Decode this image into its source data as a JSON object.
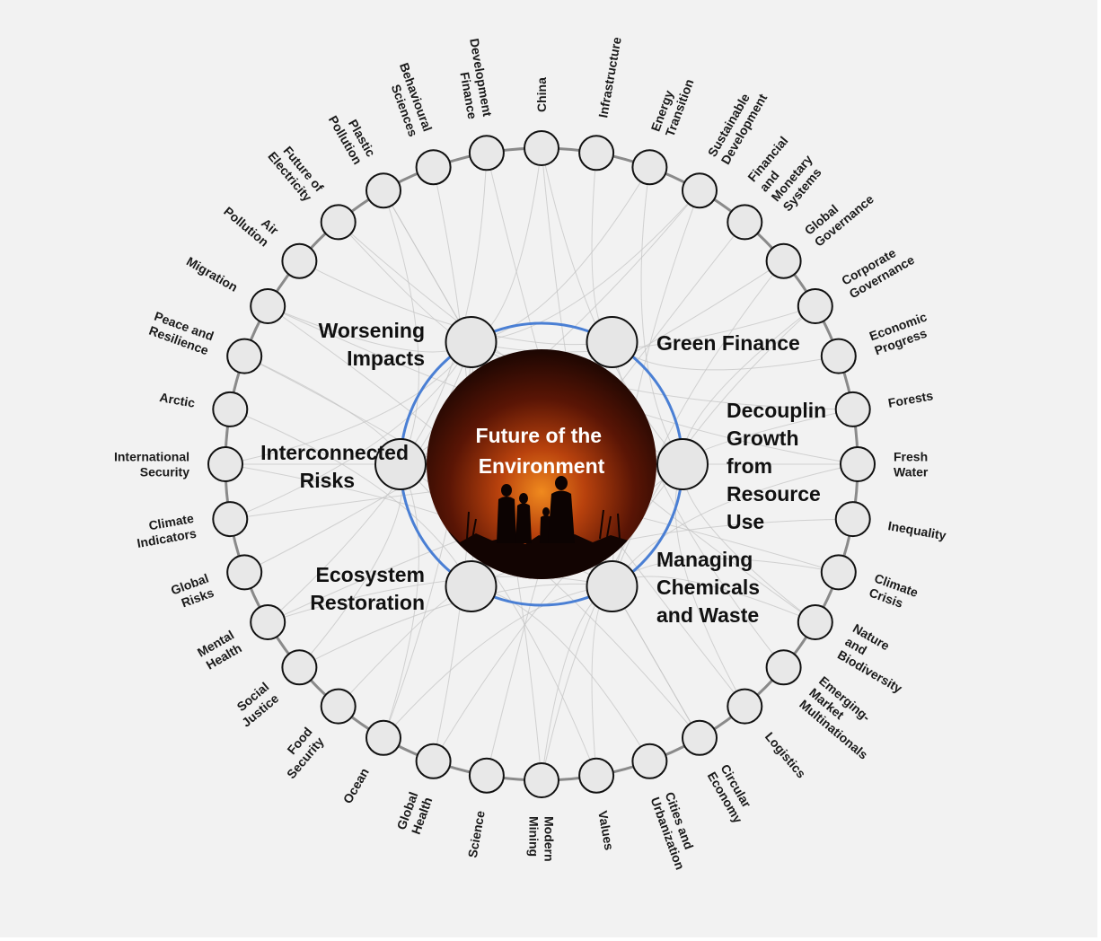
{
  "center": {
    "title_lines": [
      "Future of the",
      "Environment"
    ]
  },
  "key_issues": [
    {
      "id": "worsening",
      "lines": [
        "Worsening",
        "Impacts"
      ]
    },
    {
      "id": "green",
      "lines": [
        "Green Finance"
      ]
    },
    {
      "id": "decoupling",
      "lines": [
        "Decouplin",
        "Growth",
        "from",
        "Resource",
        "Use"
      ]
    },
    {
      "id": "managing",
      "lines": [
        "Managing",
        "Chemicals",
        "and Waste"
      ]
    },
    {
      "id": "ecosystem",
      "lines": [
        "Ecosystem",
        "Restoration"
      ]
    },
    {
      "id": "interconnected",
      "lines": [
        "Interconnected",
        "Risks"
      ]
    }
  ],
  "topics": [
    {
      "lines": [
        "China"
      ]
    },
    {
      "lines": [
        "Infrastructure"
      ]
    },
    {
      "lines": [
        "Energy",
        "Transition"
      ]
    },
    {
      "lines": [
        "Sustainable",
        "Development"
      ]
    },
    {
      "lines": [
        "Financial",
        "and",
        "Monetary",
        "Systems"
      ]
    },
    {
      "lines": [
        "Global",
        "Governance"
      ]
    },
    {
      "lines": [
        "Corporate",
        "Governance"
      ]
    },
    {
      "lines": [
        "Economic",
        "Progress"
      ]
    },
    {
      "lines": [
        "Forests"
      ]
    },
    {
      "lines": [
        "Fresh",
        "Water"
      ]
    },
    {
      "lines": [
        "Inequality"
      ]
    },
    {
      "lines": [
        "Climate",
        "Crisis"
      ]
    },
    {
      "lines": [
        "Nature",
        "and",
        "Biodiversity"
      ]
    },
    {
      "lines": [
        "Emerging-",
        "Market",
        "Multinationals"
      ]
    },
    {
      "lines": [
        "Logistics"
      ]
    },
    {
      "lines": [
        "Circular",
        "Economy"
      ]
    },
    {
      "lines": [
        "Cities and",
        "Urbanization"
      ]
    },
    {
      "lines": [
        "Values"
      ]
    },
    {
      "lines": [
        "Modern",
        "Mining"
      ]
    },
    {
      "lines": [
        "Science"
      ]
    },
    {
      "lines": [
        "Global",
        "Health"
      ]
    },
    {
      "lines": [
        "Ocean"
      ]
    },
    {
      "lines": [
        "Food",
        "Security"
      ]
    },
    {
      "lines": [
        "Social",
        "Justice"
      ]
    },
    {
      "lines": [
        "Mental",
        "Health"
      ]
    },
    {
      "lines": [
        "Global",
        "Risks"
      ]
    },
    {
      "lines": [
        "Climate",
        "Indicators"
      ]
    },
    {
      "lines": [
        "International",
        "Security"
      ]
    },
    {
      "lines": [
        "Arctic"
      ]
    },
    {
      "lines": [
        "Peace and",
        "Resilience"
      ]
    },
    {
      "lines": [
        "Migration"
      ]
    },
    {
      "lines": [
        "Air",
        "Pollution"
      ]
    },
    {
      "lines": [
        "Future of",
        "Electricity"
      ]
    },
    {
      "lines": [
        "Plastic",
        "Pollution"
      ]
    },
    {
      "lines": [
        "Behavioural",
        "Sciences"
      ]
    },
    {
      "lines": [
        "Development",
        "Finance"
      ]
    }
  ],
  "colors": {
    "page_background": "#f2f2f2",
    "inner_ring": "#4a7fd4",
    "outer_ring": "#8a8a8a",
    "connections": "#c4c4c4",
    "node_fill": "#e8e8e8",
    "node_stroke": "#111111"
  }
}
